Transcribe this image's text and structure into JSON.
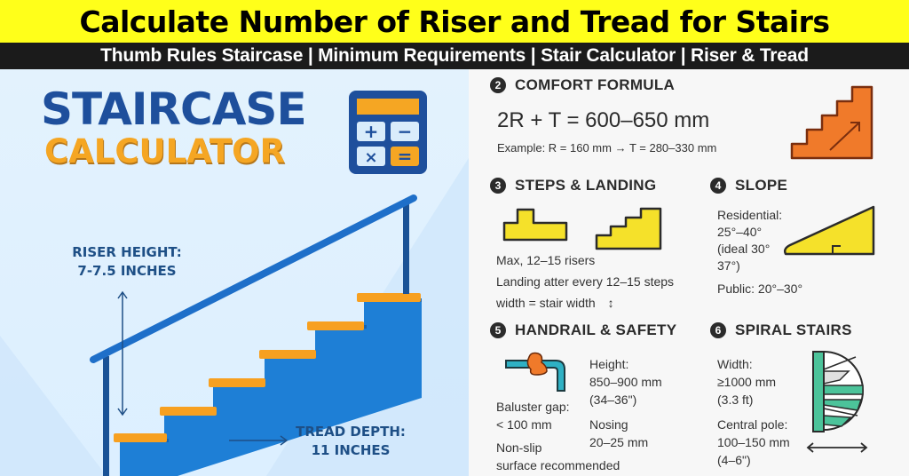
{
  "header": {
    "title": "Calculate Number of Riser and Tread for Stairs",
    "subtitle": "Thumb Rules Staircase | Minimum Requirements | Stair Calculator | Riser & Tread"
  },
  "left": {
    "brand_line1": "STAIRCASE",
    "brand_line2": "CALCULATOR",
    "riser_label": [
      "RISER HEIGHT:",
      "7-7.5 INCHES"
    ],
    "tread_label": [
      "TREAD DEPTH:",
      "11 INCHES"
    ],
    "calculator_keys": [
      "+",
      "−",
      "×",
      "="
    ],
    "icon": "calculator-icon"
  },
  "sections": {
    "comfort": {
      "number": "2",
      "title": "COMFORT FORMULA",
      "formula": "2R + T = 600–650 mm",
      "example": "Example: R = 160 mm → T = 280–330 mm",
      "icon": "stairs-up-icon"
    },
    "steps": {
      "number": "3",
      "title": "STEPS & LANDING",
      "lines": [
        "Max, 12–15 risers",
        "Landing atter every 12–15 steps",
        "width = stair width"
      ],
      "arrow": "↕",
      "icon": "landing-steps-icon"
    },
    "slope": {
      "number": "4",
      "title": "SLOPE",
      "lines": [
        "Residential:",
        "25°–40°",
        "(ideal 30°",
        "37°)",
        "Public: 20°–30°"
      ],
      "icon": "slope-triangle-icon"
    },
    "handrail": {
      "number": "5",
      "title": "HANDRAIL & SAFETY",
      "height_lines": [
        "Height:",
        "850–900 mm",
        "(34–36\")"
      ],
      "baluster_lines": [
        "Baluster gap:",
        "< 100 mm"
      ],
      "nosing_lines": [
        "Nosing",
        "20–25 mm"
      ],
      "surface_lines": [
        "Non-slip",
        "surface recommended"
      ],
      "icon": "handrail-grip-icon"
    },
    "spiral": {
      "number": "6",
      "title": "SPIRAL STAIRS",
      "width_lines": [
        "Width:",
        "≥1000 mm",
        "(3.3 ft)"
      ],
      "pole_lines": [
        "Central pole:",
        "100–150 mm",
        "(4–6\")"
      ],
      "icon": "spiral-stairs-icon"
    }
  },
  "colors": {
    "title_bg": "#ffff1a",
    "subtitle_bg": "#1b1b1b",
    "brand_blue": "#1e4f9c",
    "brand_orange": "#f5a623",
    "stair_blue": "#1e7fd6",
    "tread_orange": "#f7a020",
    "comfort_orange": "#f07a2a",
    "yellow_icon": "#f5e12a",
    "teal": "#4cc39a",
    "handrail_teal": "#2fb1c4"
  }
}
